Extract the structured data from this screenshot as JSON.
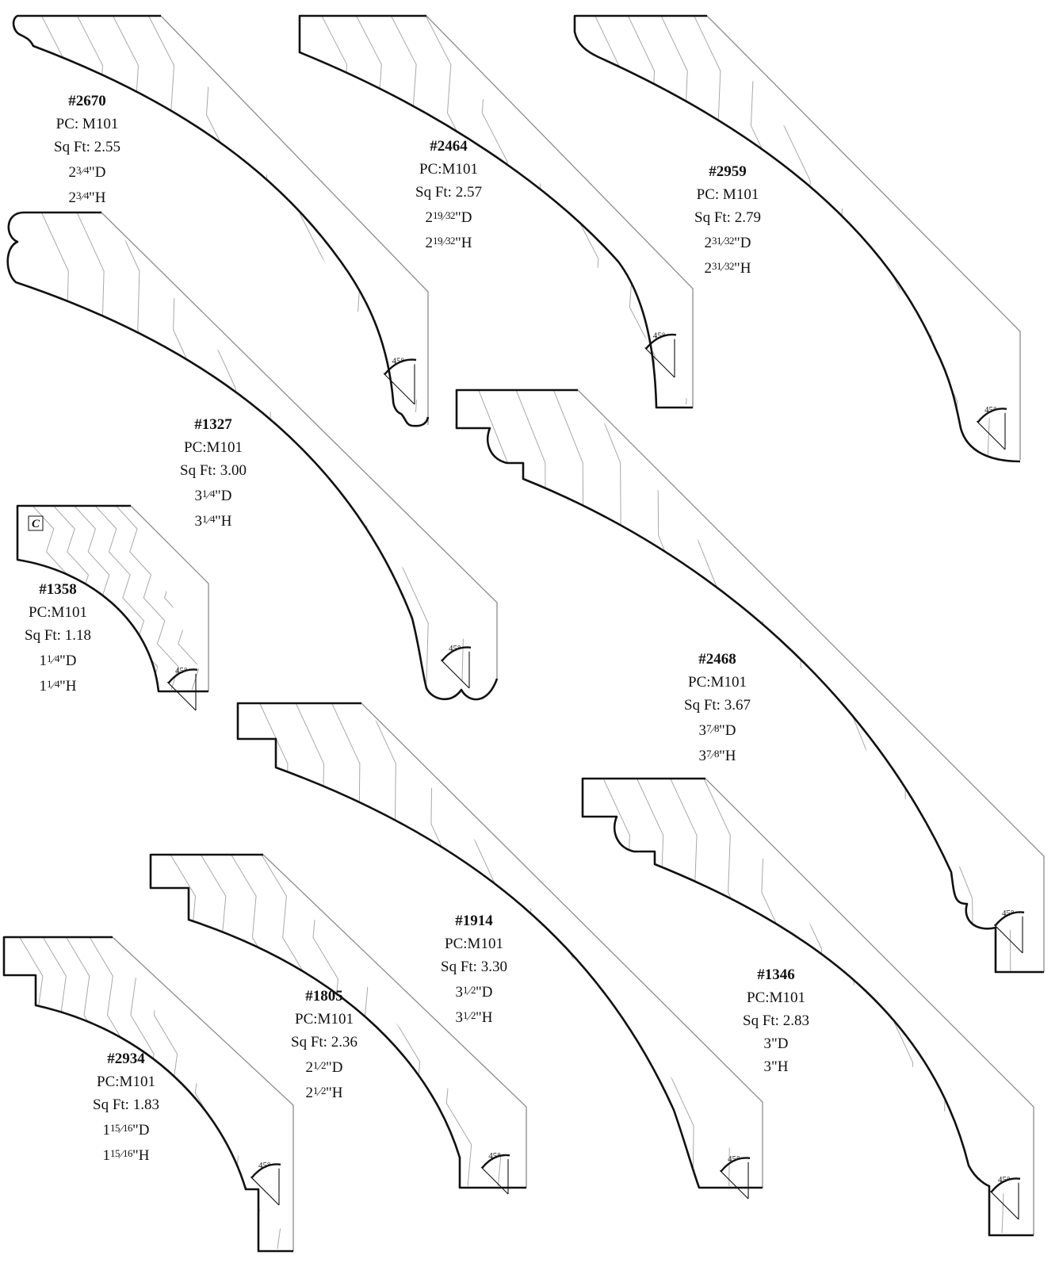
{
  "profiles": [
    {
      "number": "#2670",
      "pc": "PC: M101",
      "sqft": "Sq Ft: 2.55",
      "depth": {
        "whole": "2",
        "num": "3",
        "den": "4",
        "suffix": "\"D"
      },
      "height": {
        "whole": "2",
        "num": "3",
        "den": "4",
        "suffix": "\"H"
      },
      "angle": "45°"
    },
    {
      "number": "#2464",
      "pc": "PC:M101",
      "sqft": "Sq Ft: 2.57",
      "depth": {
        "whole": "2",
        "num": "19",
        "den": "32",
        "suffix": "\"D"
      },
      "height": {
        "whole": "2",
        "num": "19",
        "den": "32",
        "suffix": "\"H"
      },
      "angle": "45°"
    },
    {
      "number": "#2959",
      "pc": "PC: M101",
      "sqft": "Sq Ft: 2.79",
      "depth": {
        "whole": "2",
        "num": "31",
        "den": "32",
        "suffix": "\"D"
      },
      "height": {
        "whole": "2",
        "num": "31",
        "den": "32",
        "suffix": "\"H"
      },
      "angle": "45°"
    },
    {
      "number": "#1327",
      "pc": "PC:M101",
      "sqft": "Sq Ft: 3.00",
      "depth": {
        "whole": "3",
        "num": "1",
        "den": "4",
        "suffix": "\"D"
      },
      "height": {
        "whole": "3",
        "num": "1",
        "den": "4",
        "suffix": "\"H"
      },
      "angle": "45°"
    },
    {
      "number": "#1358",
      "pc": "PC:M101",
      "sqft": "Sq Ft: 1.18",
      "depth": {
        "whole": "1",
        "num": "1",
        "den": "4",
        "suffix": "\"D"
      },
      "height": {
        "whole": "1",
        "num": "1",
        "den": "4",
        "suffix": "\"H"
      },
      "angle": "45°",
      "badge": "C"
    },
    {
      "number": "#2468",
      "pc": "PC:M101",
      "sqft": "Sq Ft: 3.67",
      "depth": {
        "whole": "3",
        "num": "7",
        "den": "8",
        "suffix": "\"D"
      },
      "height": {
        "whole": "3",
        "num": "7",
        "den": "8",
        "suffix": "\"H"
      },
      "angle": "45°"
    },
    {
      "number": "#1914",
      "pc": "PC:M101",
      "sqft": "Sq Ft: 3.30",
      "depth": {
        "whole": "3",
        "num": "1",
        "den": "2",
        "suffix": "\"D"
      },
      "height": {
        "whole": "3",
        "num": "1",
        "den": "2",
        "suffix": "\"H"
      },
      "angle": "45°"
    },
    {
      "number": "#1346",
      "pc": "PC:M101",
      "sqft": "Sq Ft: 2.83",
      "depth": {
        "whole": "3",
        "num": "",
        "den": "",
        "suffix": "\"D"
      },
      "height": {
        "whole": "3",
        "num": "",
        "den": "",
        "suffix": "\"H"
      },
      "angle": "45°"
    },
    {
      "number": "#1805",
      "pc": "PC:M101",
      "sqft": "Sq Ft: 2.36",
      "depth": {
        "whole": "2",
        "num": "1",
        "den": "2",
        "suffix": "\"D"
      },
      "height": {
        "whole": "2",
        "num": "1",
        "den": "2",
        "suffix": "\"H"
      },
      "angle": "45°"
    },
    {
      "number": "#2934",
      "pc": "PC:M101",
      "sqft": "Sq Ft: 1.83",
      "depth": {
        "whole": "1",
        "num": "15",
        "den": "16",
        "suffix": "\"D"
      },
      "height": {
        "whole": "1",
        "num": "15",
        "den": "16",
        "suffix": "\"H"
      },
      "angle": "45°"
    }
  ]
}
